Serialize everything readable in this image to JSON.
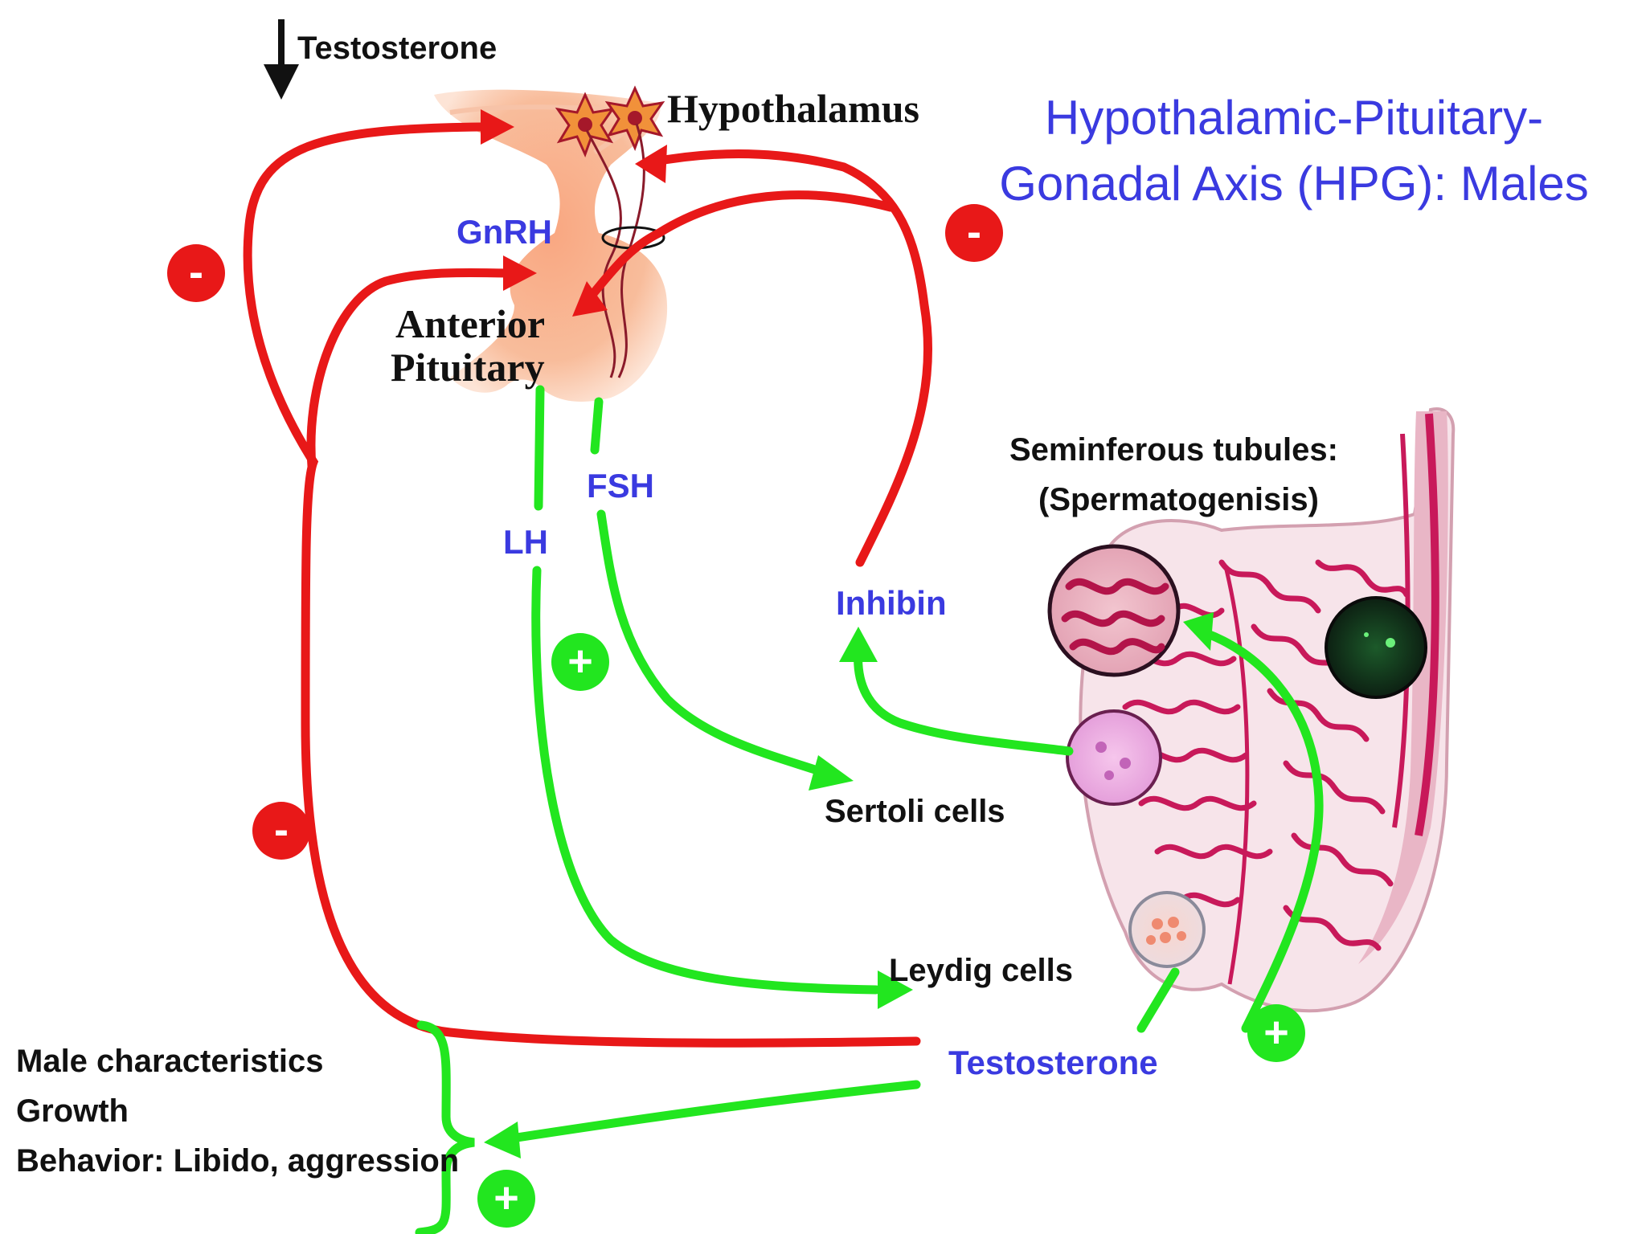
{
  "title": {
    "line1": "Hypothalamic-Pituitary-",
    "line2": "Gonadal Axis (HPG): Males"
  },
  "labels": {
    "testosterone_top": "Testosterone",
    "hypothalamus": "Hypothalamus",
    "gnrh": "GnRH",
    "anterior": "Anterior",
    "pituitary": "Pituitary",
    "fsh": "FSH",
    "lh": "LH",
    "inhibin": "Inhibin",
    "seminiferous_1": "Seminferous tubules:",
    "seminiferous_2": "(Spermatogenisis)",
    "sertoli": "Sertoli cells",
    "leydig": "Leydig cells",
    "testosterone_bottom": "Testosterone"
  },
  "effects": [
    "Male characteristics",
    "Growth",
    "Behavior: Libido, aggression"
  ],
  "signs": {
    "minus": "-",
    "plus": "+"
  },
  "colors": {
    "inhibition_red": "#e81818",
    "stimulation_green": "#22e61f",
    "hormone_blue": "#3a3ae0",
    "gland_tissue": "#f7b48f",
    "testis_pink": "#c8195a"
  }
}
